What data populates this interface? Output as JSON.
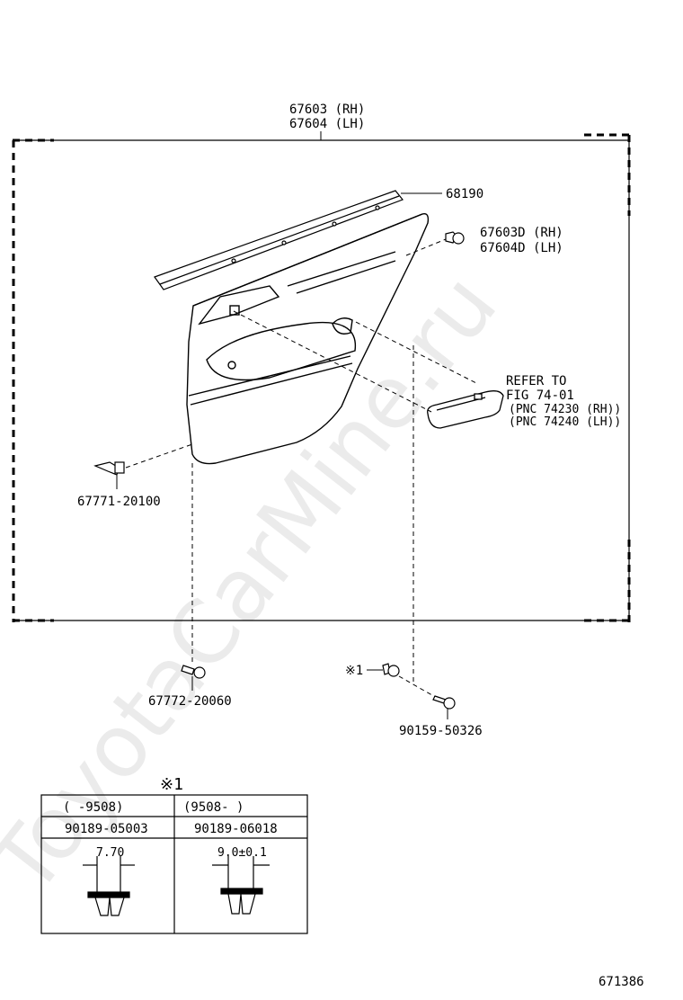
{
  "watermark": "ToyotaCarMine.ru",
  "labels": {
    "door_trim_rh": "67603 (RH)",
    "door_trim_lh": "67604 (LH)",
    "weatherstrip": "68190",
    "clip_rh": "67603D (RH)",
    "clip_lh": "67604D (LH)",
    "refer_line1": "REFER TO",
    "refer_line2": "FIG 74-01",
    "refer_line3": "(PNC 74230 (RH))",
    "refer_line4": "(PNC 74240 (LH))",
    "bracket_part": "67771-20100",
    "lower_clip_part": "67772-20060",
    "star_ref": "※1",
    "screw_part": "90159-50326",
    "diagram_no": "671386"
  },
  "table": {
    "title": "※1",
    "columns": [
      {
        "period": "(      -9508)",
        "part": "90189-05003",
        "dim": "7.70"
      },
      {
        "period": "(9508-      )",
        "part": "90189-06018",
        "dim": "9.0±0.1"
      }
    ]
  }
}
